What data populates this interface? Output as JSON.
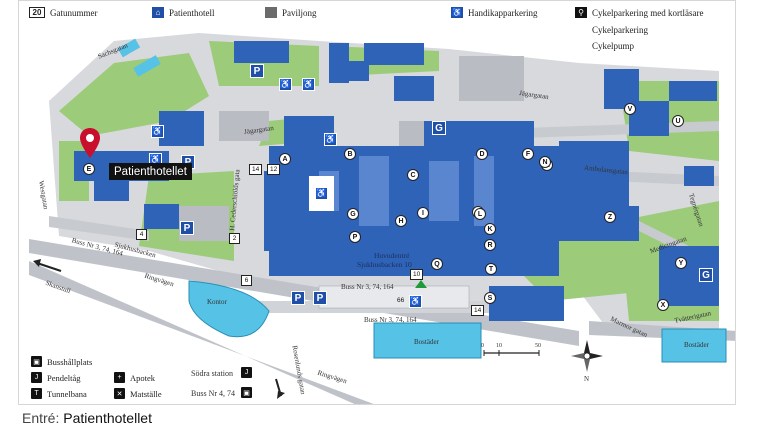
{
  "legend_top": [
    {
      "icon": "number-icon",
      "symbol": "20",
      "label": "Gatunummer"
    },
    {
      "icon": "hotel-icon",
      "symbol": "⌂",
      "label": "Patienthotell"
    },
    {
      "icon": "pavilion-icon",
      "symbol": "",
      "label": "Paviljong"
    },
    {
      "icon": "wheelchair-icon",
      "symbol": "♿",
      "label": "Handikapparkering"
    },
    {
      "icon": "bicycle-card-icon",
      "symbol": "⚲",
      "label": "Cykelparkering med kortläsare"
    },
    {
      "icon": "",
      "symbol": "",
      "label": "Cykelparkering"
    },
    {
      "icon": "",
      "symbol": "",
      "label": "Cykelpump"
    }
  ],
  "legend_bottom": [
    {
      "icon": "bus-stop-icon",
      "symbol": "▣",
      "label": "Busshållplats"
    },
    {
      "icon": "commuter-train-icon",
      "symbol": "J",
      "label": "Pendeltåg"
    },
    {
      "icon": "subway-icon",
      "symbol": "T",
      "label": "Tunnelbana"
    },
    {
      "icon": "pharmacy-icon",
      "symbol": "+",
      "label": "Apotek"
    },
    {
      "icon": "restaurant-icon",
      "symbol": "✕",
      "label": "Matställe"
    }
  ],
  "transit_info": {
    "station": "Södra station",
    "bus": "Buss Nr 4, 74"
  },
  "streets": {
    "sachsgatan": "Sachsgatan",
    "jagargatan": "Jägargatan",
    "jagargatan2": "Jägargatan",
    "ambulansgatan": "Ambulansgatan",
    "tegnergatan": "Tegnérgatan",
    "medicingatan": "Medicingatan",
    "tvattarigatan": "Tvätterigatan",
    "marmorgatan": "Marmor gatan",
    "sjukhusbacken": "Sjukhusbacken",
    "ringvagen": "Ringvägen",
    "ringvagen2": "Ringvägen",
    "skanstull": "Skanstull",
    "hcederschiolds": "H. Cederschiölds gata",
    "rosenlund": "Rosenlunds gatan",
    "westgatan": "Westgatan"
  },
  "places": {
    "main_entrance": "Huvudentré",
    "main_entrance_addr": "Sjukhusbacken 10",
    "kontor": "Kontor",
    "bostader1": "Bostäder",
    "bostader2": "Bostäder",
    "bus_stop_1": "Buss Nr 3, 74, 164",
    "bus_stop_2": "Buss Nr 3, 74, 164",
    "bus_stop_3": "Buss Nr 3, 74, 164"
  },
  "scale": {
    "m0": "0",
    "m10": "10",
    "m50": "50"
  },
  "compass": "N",
  "entry_label": "Patienthotellet",
  "caption_prefix": "Entré: ",
  "caption_value": "Patienthotellet",
  "markers": [
    "A",
    "B",
    "C",
    "D",
    "E",
    "F",
    "G",
    "H",
    "I",
    "J",
    "K",
    "L",
    "M",
    "N",
    "P",
    "Q",
    "R",
    "S",
    "T",
    "U",
    "V",
    "X",
    "Y",
    "Z"
  ],
  "street_numbers": {
    "n14a": "14",
    "n12": "12",
    "n4": "4",
    "n2": "2",
    "n6": "6",
    "n10": "10",
    "n14b": "14",
    "n66": "66"
  },
  "colors": {
    "building": "#2f63b7",
    "green": "#9ccb7a",
    "road": "#bfc3c9",
    "water": "#56c2e6",
    "pin": "#c8102e"
  }
}
